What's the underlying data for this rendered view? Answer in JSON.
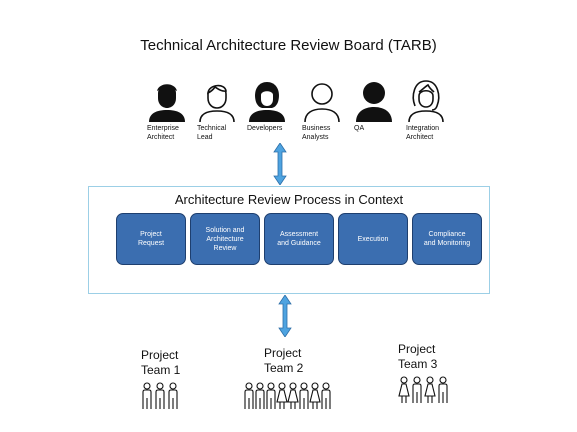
{
  "board": {
    "title": "Technical Architecture Review Board (TARB)"
  },
  "roles": [
    {
      "label": "Enterprise\nArchitect",
      "icon": "person-filled-male-icon"
    },
    {
      "label": "Technical\nLead",
      "icon": "person-outline-male-icon"
    },
    {
      "label": "Developers",
      "icon": "person-filled-female-icon"
    },
    {
      "label": "Business\nAnalysts",
      "icon": "person-outline-icon"
    },
    {
      "label": "QA",
      "icon": "person-filled-icon"
    },
    {
      "label": "Integration\nArchitect",
      "icon": "person-outline-female-icon"
    }
  ],
  "process": {
    "title": "Architecture Review Process in Context",
    "steps": [
      "Project\nRequest",
      "Solution and\nArchitecture\nReview",
      "Assessment\nand Guidance",
      "Execution",
      "Compliance\nand Monitoring"
    ]
  },
  "teams": [
    {
      "label": "Project\nTeam 1"
    },
    {
      "label": "Project\nTeam 2"
    },
    {
      "label": "Project\nTeam 3"
    }
  ],
  "colors": {
    "step_fill": "#3b6eb0",
    "step_border": "#1e3f6f",
    "box_border": "#9ccfe6",
    "arrow": "#4ea3e0"
  }
}
